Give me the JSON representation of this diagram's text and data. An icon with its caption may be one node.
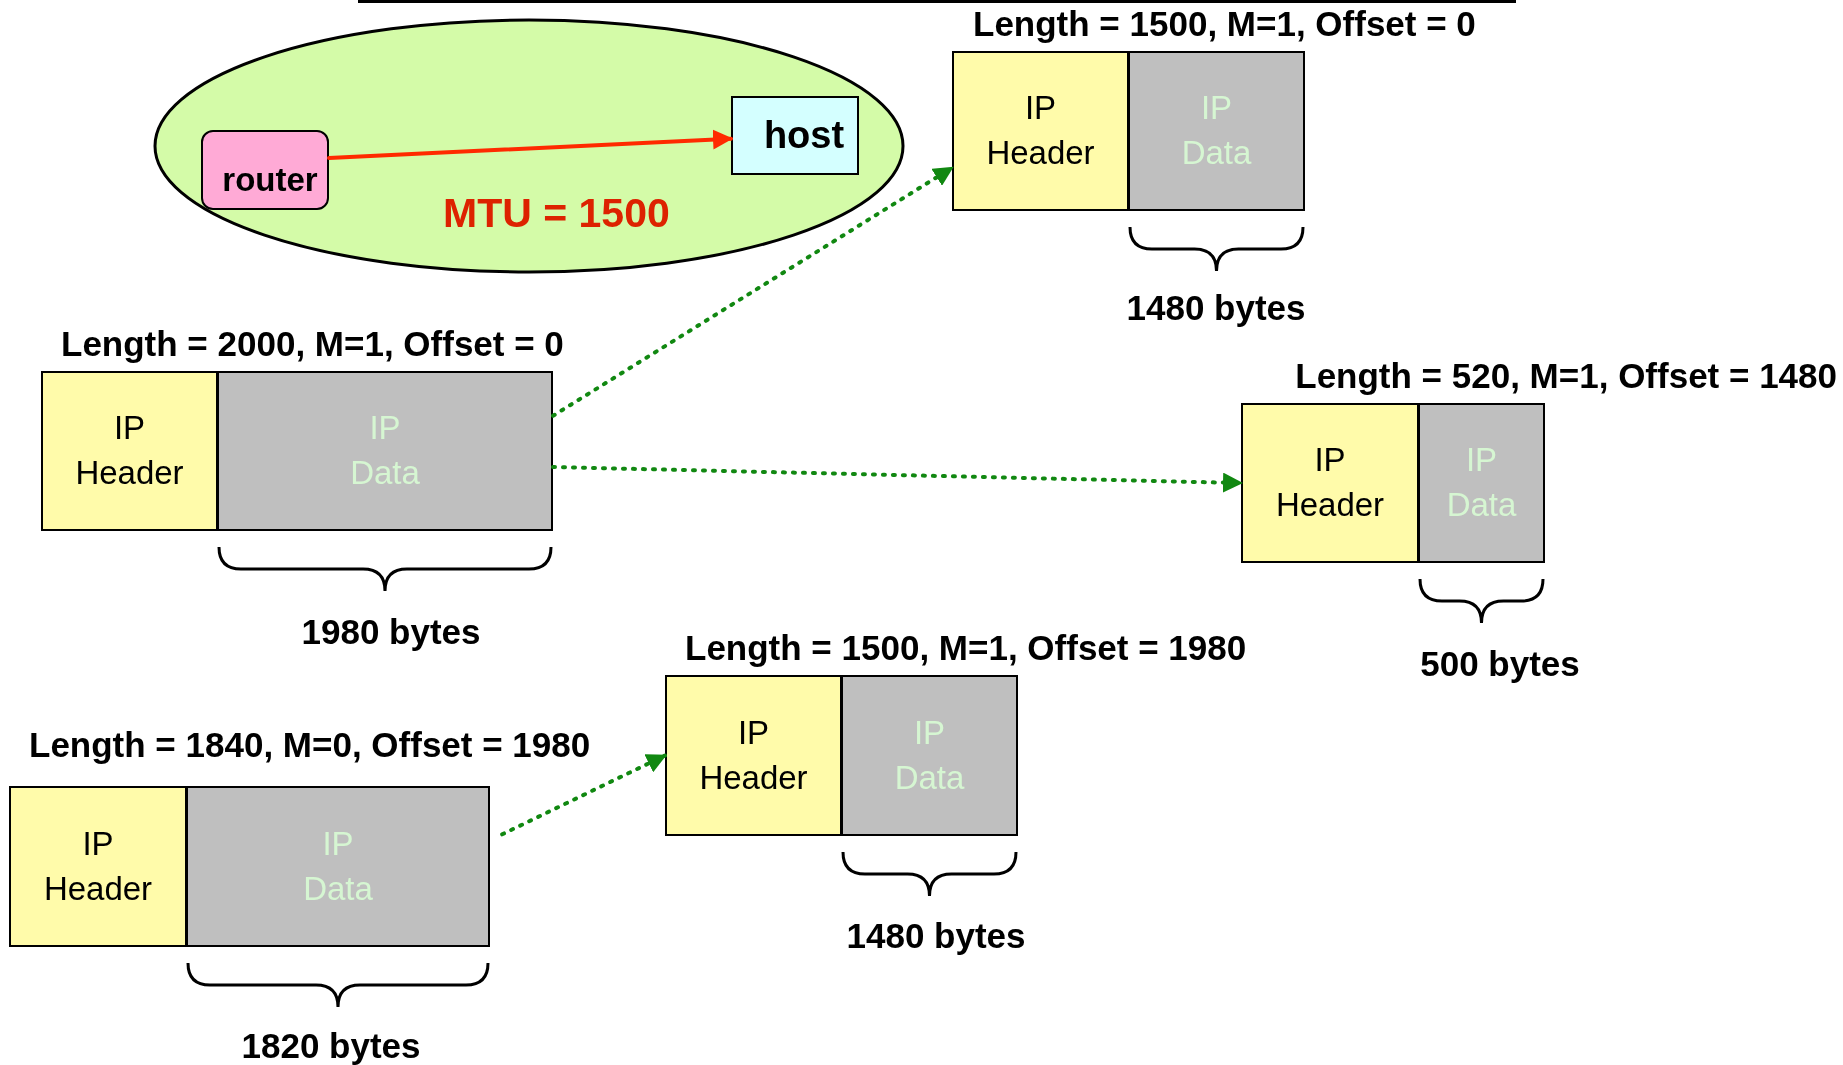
{
  "diagram": {
    "nodes": [
      {
        "text": [],
        "shape": "ellipse"
      },
      {
        "text": [
          "router"
        ],
        "in": 0
      },
      {
        "text": [
          "host"
        ],
        "in": 0
      },
      {
        "text": [
          "IP Header"
        ],
        "beside": [
          "Length = 1500, M=1, Offset = 0"
        ]
      },
      {
        "text": [
          "IP Data"
        ],
        "beside": [
          "1480 bytes"
        ]
      },
      {
        "text": [
          "IP Header"
        ],
        "beside": [
          "Length = 2000, M=1, Offset = 0"
        ]
      },
      {
        "text": [
          "IP Data"
        ],
        "beside": [
          "1980 bytes"
        ]
      },
      {
        "text": [
          "IP Header"
        ],
        "beside": [
          "Length = 520, M=1, Offset = 1480"
        ]
      },
      {
        "text": [
          "IP Data"
        ],
        "beside": [
          "500 bytes"
        ]
      },
      {
        "text": [
          "IP Header"
        ],
        "beside": [
          "Length = 1500, M=1, Offset = 1980"
        ]
      },
      {
        "text": [
          "IP Data"
        ],
        "beside": [
          "1480 bytes"
        ]
      },
      {
        "text": [
          "IP Header"
        ],
        "beside": [
          "Length = 1840, M=0, Offset = 1980"
        ]
      },
      {
        "text": [
          "IP Data"
        ],
        "beside": [
          "1820 bytes"
        ]
      }
    ],
    "edges": [
      {
        "from": 1,
        "to": 2,
        "arrow": "to",
        "color": "#ff2a00"
      },
      {
        "from": 6,
        "to": 3,
        "arrow": "to",
        "style": "dashed"
      },
      {
        "from": 6,
        "to": 7,
        "arrow": "to",
        "style": "dashed"
      },
      {
        "from": 12,
        "to": 9,
        "arrow": "to",
        "style": "dashed"
      }
    ],
    "labels": [
      "MTU = 1500"
    ]
  }
}
